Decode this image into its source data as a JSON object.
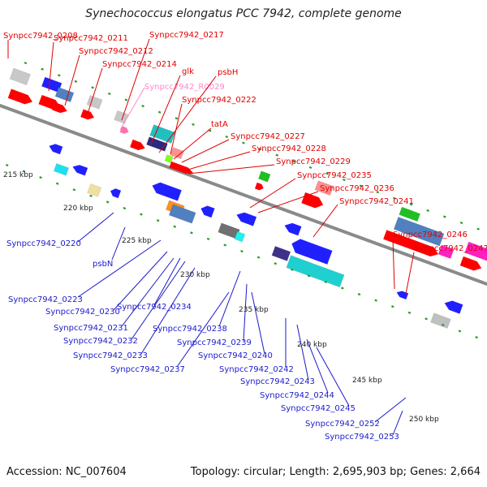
{
  "title": "Synechococcus elongatus PCC 7942, complete genome",
  "accession": "Accession: NC_007604",
  "summary": "Topology: circular; Length: 2,695,903 bp; Genes: 2,664",
  "colors": {
    "backbone": "#8a8a8a",
    "label_red": "#e00000",
    "label_blue": "#1a1acc",
    "label_pink": "#ff88cc",
    "cds_forward": "#ff0000",
    "cds_reverse": "#0000ff",
    "tick": "#2a9a2a"
  },
  "kbp_labels": [
    "215 kbp",
    "220 kbp",
    "225 kbp",
    "230 kbp",
    "235 kbp",
    "240 kbp",
    "245 kbp",
    "250 kbp"
  ],
  "top_labels": [
    "Synpcc7942_0208",
    "Synpcc7942_0211",
    "Synpcc7942_0212",
    "Synpcc7942_0214",
    "Synpcc7942_0217",
    "Synpcc7942_R0029",
    "glk",
    "psbH",
    "Synpcc7942_0222",
    "tatA",
    "Synpcc7942_0227",
    "Synpcc7942_0228",
    "Synpcc7942_0229",
    "Synpcc7942_0235",
    "Synpcc7942_0236",
    "Synpcc7942_0241",
    "Synpcc7942_0246",
    "Synpcc7942_0247"
  ],
  "bottom_labels": [
    "Synpcc7942_0220",
    "psbN",
    "Synpcc7942_0223",
    "Synpcc7942_0230",
    "Synpcc7942_0234",
    "Synpcc7942_0231",
    "Synpcc7942_0232",
    "Synpcc7942_0238",
    "Synpcc7942_0233",
    "Synpcc7942_0239",
    "Synpcc7942_0237",
    "Synpcc7942_0240",
    "Synpcc7942_0242",
    "Synpcc7942_0243",
    "Synpcc7942_0244",
    "Synpcc7942_0245",
    "Synpcc7942_0252",
    "Synpcc7942_0253"
  ]
}
